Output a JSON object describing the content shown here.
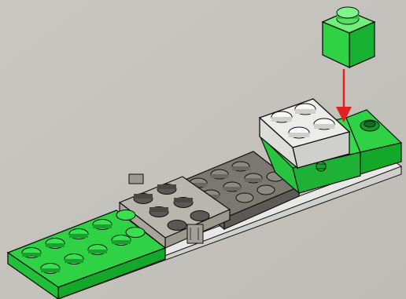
{
  "instruction_step": {
    "action": "place-brick",
    "colors": {
      "background": "#c5c3bd",
      "green": "#2fd244",
      "green_dark": "#14a82a",
      "green_light": "#6ff07b",
      "gray_light": "#b9b7ad",
      "gray_dark": "#7b7870",
      "white": "#ececea",
      "arrow": "#e01f1f",
      "outline": "#111111"
    },
    "parts": [
      {
        "name": "green-base-plate",
        "color": "green"
      },
      {
        "name": "light-gray-plate",
        "color": "gray_light"
      },
      {
        "name": "dark-gray-plate",
        "color": "gray_dark"
      },
      {
        "name": "white-brick-2x2",
        "color": "white"
      },
      {
        "name": "green-brick-1x1-new",
        "color": "green"
      },
      {
        "name": "placement-arrow",
        "color": "arrow"
      }
    ]
  }
}
